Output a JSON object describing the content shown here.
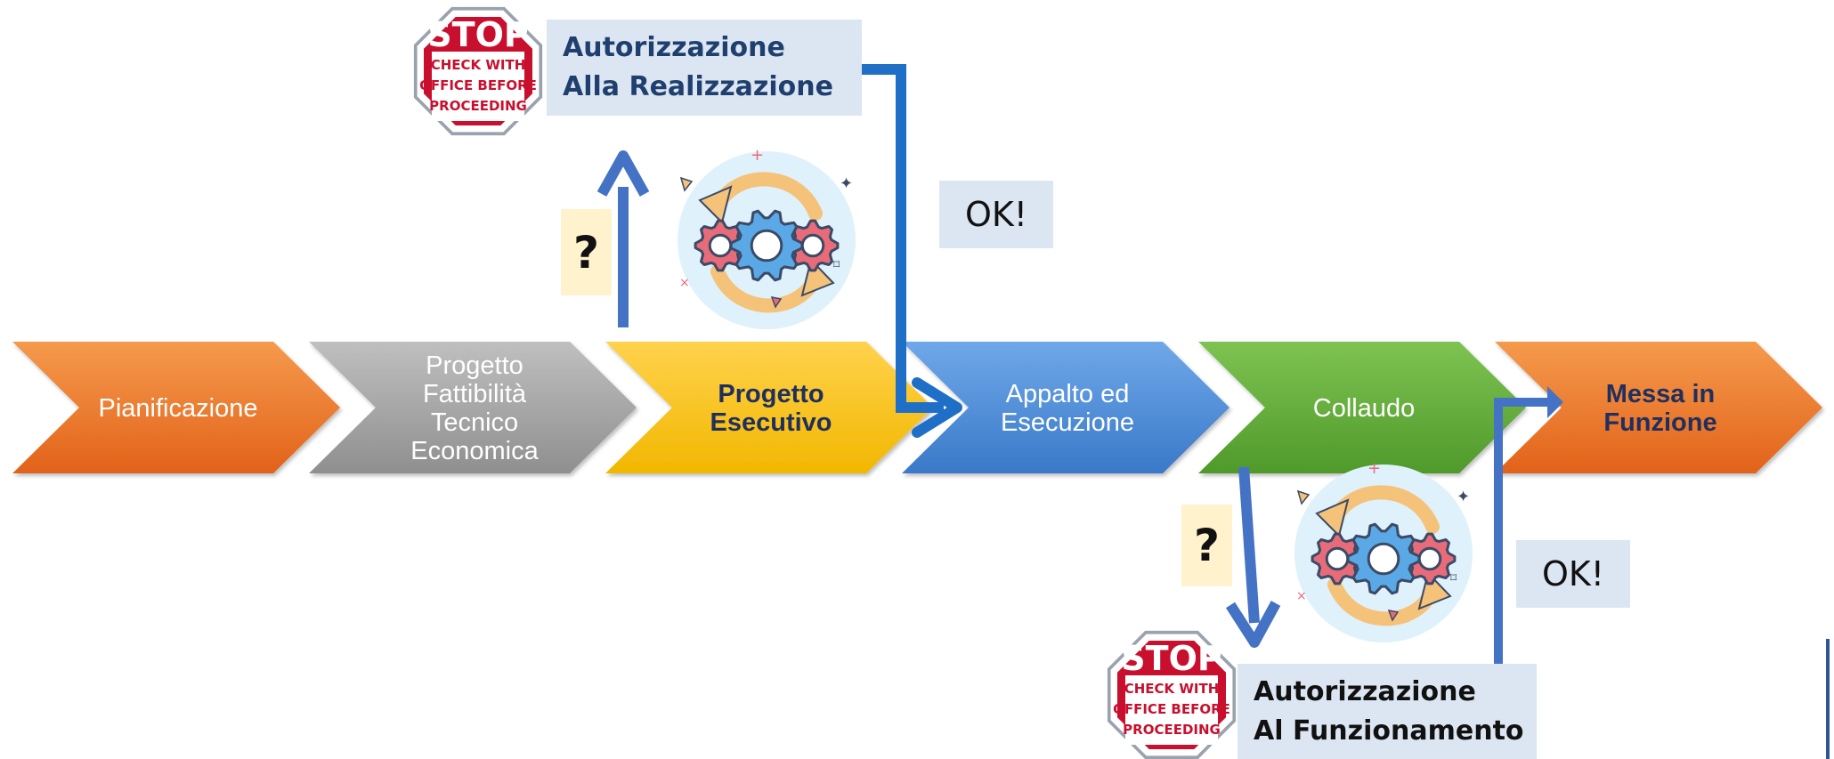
{
  "diagram": {
    "stages": [
      {
        "id": "pianificazione",
        "label": "Pianificazione",
        "color_top": "#f59a4c",
        "color_bottom": "#e2621a",
        "text_color": "#ffffff",
        "bold": false
      },
      {
        "id": "pfte",
        "label": "Progetto\nFattibilità\nTecnico\nEconomica",
        "color_top": "#bfbfbf",
        "color_bottom": "#8f8f8f",
        "text_color": "#ffffff",
        "bold": false
      },
      {
        "id": "esecutivo",
        "label": "Progetto\nEsecutivo",
        "color_top": "#ffd24d",
        "color_bottom": "#f2b700",
        "text_color": "#1f2f5e",
        "bold": true
      },
      {
        "id": "appalto",
        "label": "Appalto ed\nEsecuzione",
        "color_top": "#6fa8e8",
        "color_bottom": "#3a79c9",
        "text_color": "#ffffff",
        "bold": false
      },
      {
        "id": "collaudo",
        "label": "Collaudo",
        "color_top": "#7ec352",
        "color_bottom": "#4f9a2b",
        "text_color": "#ffffff",
        "bold": false
      },
      {
        "id": "funzione",
        "label": "Messa in\nFunzione",
        "color_top": "#f59a4c",
        "color_bottom": "#e2621a",
        "text_color": "#1f2f5e",
        "bold": true
      }
    ],
    "auth_top": {
      "line1": "Autorizzazione",
      "line2": "Alla Realizzazione"
    },
    "auth_bottom": {
      "line1": "Autorizzazione",
      "line2": "Al Funzionamento"
    },
    "ok_top": "OK!",
    "ok_bottom": "OK!",
    "question_top": "?",
    "question_bottom": "?",
    "stop_sign": {
      "word": "STOP",
      "line1": "CHECK WITH",
      "line2": "OFFICE BEFORE",
      "line3": "PROCEEDING"
    },
    "colors": {
      "arrow_blue": "#4472c4",
      "connector_blue": "#1f6fc6",
      "stop_red": "#c8102e",
      "auth_bg": "#dce6f2",
      "question_bg": "#fff2cc"
    }
  }
}
